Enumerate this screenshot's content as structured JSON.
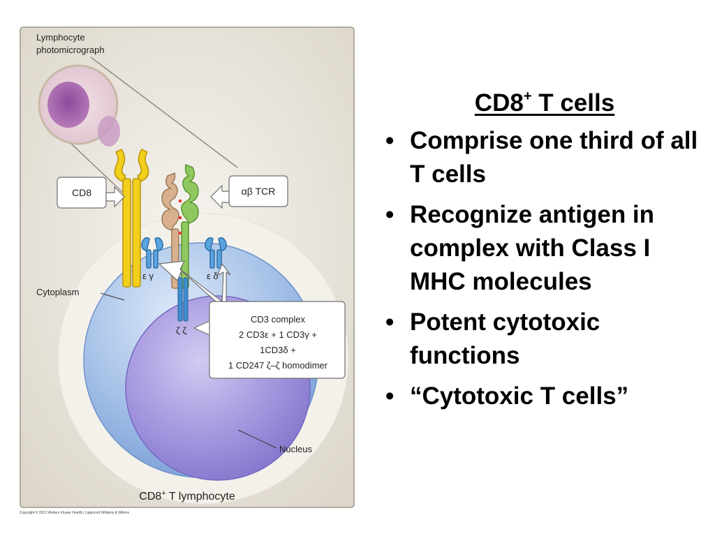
{
  "figure": {
    "photo_label_line1": "Lymphocyte",
    "photo_label_line2": "photomicrograph",
    "cd8_label": "CD8",
    "tcr_label": "αβ TCR",
    "cytoplasm_label": "Cytoplasm",
    "nucleus_label": "Nucleus",
    "epsilon_gamma": "ε  γ",
    "epsilon_delta": "ε  δ",
    "zeta_zeta": "ζ ζ",
    "cd3_box": {
      "line1": "CD3 complex",
      "line2": "2 CD3ε + 1 CD3γ +",
      "line3": "1CD3δ +",
      "line4": "1 CD247 ζ–ζ homodimer"
    },
    "caption_prefix": "CD8",
    "caption_sup": "+",
    "caption_suffix": " T lymphocyte",
    "copyright": "Copyright © 2013 Wolters Kluwer Health | Lippincott Williams & Wilkins"
  },
  "panel": {
    "title_prefix": "CD8",
    "title_sup": "+",
    "title_suffix": " T cells",
    "bullets": [
      "Comprise one third of all T cells",
      "Recognize antigen in complex with Class I MHC molecules",
      "Potent cytotoxic functions",
      "“Cytotoxic T cells”"
    ],
    "bullet_glyph": "•"
  },
  "colors": {
    "figure_bg": "#e9e5dc",
    "cytoplasm": "#a9c4e8",
    "nucleus": "#a79bde",
    "cd8": "#f2cf1c",
    "tcr_alpha": "#d8b08e",
    "tcr_beta": "#8fc85e",
    "cd3": "#3f8fd0"
  }
}
